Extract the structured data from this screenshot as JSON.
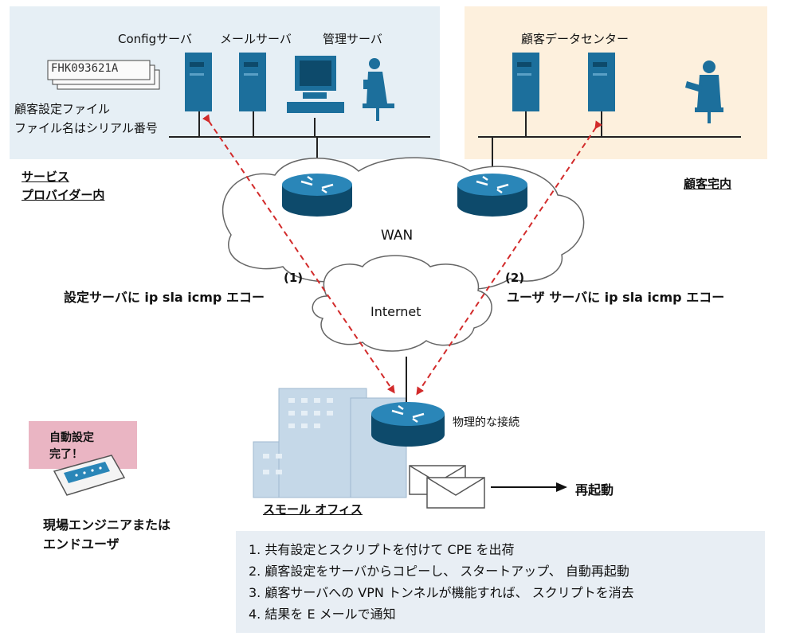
{
  "service_provider": {
    "servers": [
      "Configサーバ",
      "メールサーバ",
      "管理サーバ"
    ],
    "file_tag": "FHK093621A",
    "customer_file_lines": [
      "顧客設定ファイル",
      "ファイル名はシリアル番号"
    ],
    "zone_label": [
      "サービス",
      "プロバイダー内"
    ]
  },
  "customer": {
    "datacenter_label": "顧客データセンター",
    "zone_label": "顧客宅内"
  },
  "network": {
    "wan_label": "WAN",
    "internet_label": "Internet",
    "path1_marker": "(1)",
    "path2_marker": "(2)",
    "path1_label": "設定サーバに ip sla icmp エコー",
    "path2_label": "ユーザ サーバに ip sla icmp エコー"
  },
  "office": {
    "physical_label": "物理的な接続",
    "office_label": "スモール オフィス",
    "reboot_label": "再起動"
  },
  "engineer": {
    "status_lines": [
      "自動設定",
      "完了！"
    ],
    "label_lines": [
      "現場エンジニアまたは",
      "エンドユーザ"
    ]
  },
  "steps": [
    "1. 共有設定とスクリプトを付けて CPE を出荷",
    "2. 顧客設定をサーバからコピーし、 スタートアップ、 自動再起動",
    "3. 顧客サーバへの VPN トンネルが機能すれば、 スクリプトを消去",
    "4. 結果を E メールで通知"
  ],
  "colors": {
    "sp_panel": "#e6eff5",
    "customer_panel": "#fdf0dd",
    "device_blue": "#1c6f9c",
    "arrow_red": "#d22b2b",
    "sticky_pink": "#eab5c3",
    "steps_bg": "#e8eef4"
  }
}
